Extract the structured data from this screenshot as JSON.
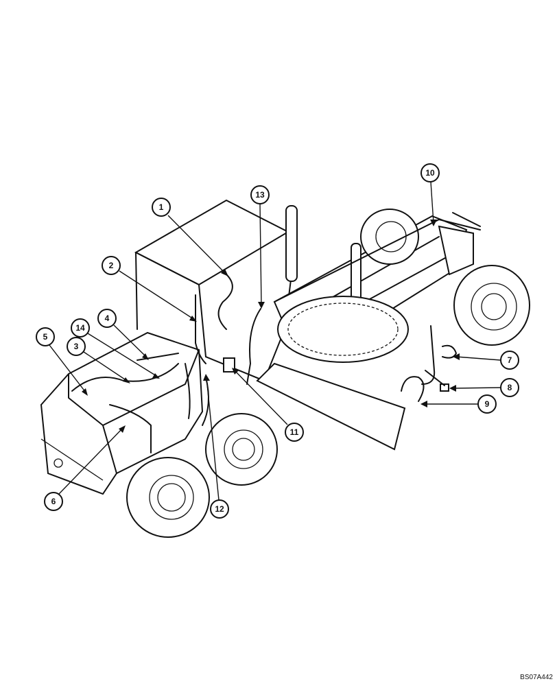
{
  "callouts": [
    {
      "label": "1"
    },
    {
      "label": "2"
    },
    {
      "label": "3"
    },
    {
      "label": "4"
    },
    {
      "label": "5"
    },
    {
      "label": "6"
    },
    {
      "label": "7"
    },
    {
      "label": "8"
    },
    {
      "label": "9"
    },
    {
      "label": "10"
    },
    {
      "label": "11"
    },
    {
      "label": "12"
    },
    {
      "label": "13"
    },
    {
      "label": "14"
    }
  ],
  "drawing_code": "BS07A442"
}
